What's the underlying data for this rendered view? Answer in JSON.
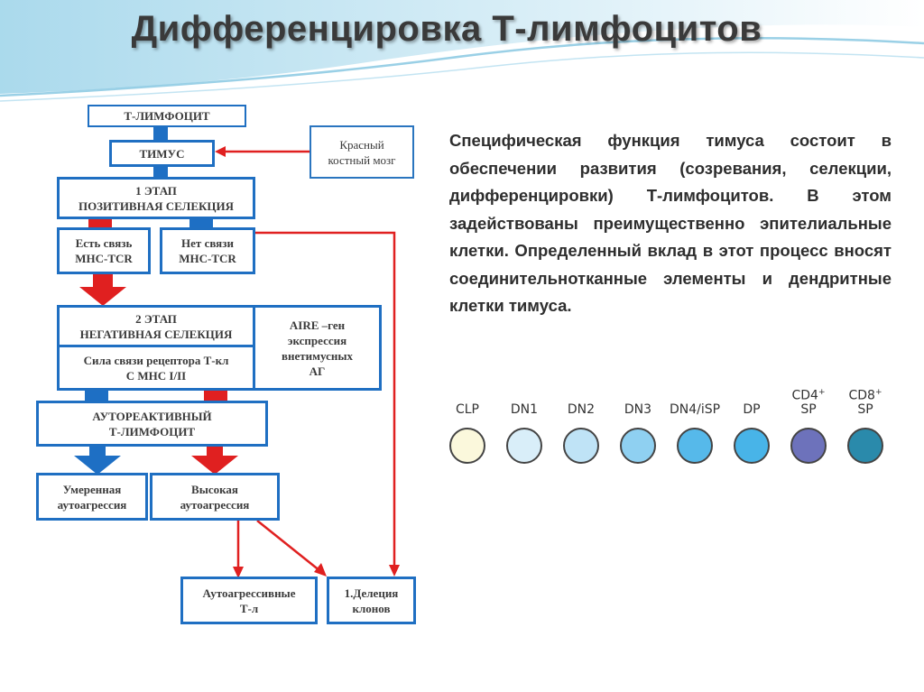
{
  "title": "Дифференцировка Т-лимфоцитов",
  "flow": {
    "t_lymphocyte": "Т-ЛИМФОЦИТ",
    "thymus": "ТИМУС",
    "red_marrow": [
      "Красный",
      "костный мозг"
    ],
    "stage1": [
      "1 ЭТАП",
      "ПОЗИТИВНАЯ СЕЛЕКЦИЯ"
    ],
    "has_link": [
      "Есть связь",
      "МНС-TCR"
    ],
    "no_link": [
      "Нет связи",
      "МНС-TCR"
    ],
    "stage2": [
      "2 ЭТАП",
      "НЕГАТИВНАЯ СЕЛЕКЦИЯ"
    ],
    "bond_strength": [
      "Сила связи рецептора Т-кл",
      "С МНС I/II"
    ],
    "aire": [
      "AIRE –ген",
      "экспрессия",
      "внетимусных",
      "АГ"
    ],
    "autoreactive": [
      "АУТОРЕАКТИВНЫЙ",
      "Т-ЛИМФОЦИТ"
    ],
    "moderate": [
      "Умеренная",
      "аутоагрессия"
    ],
    "high": [
      "Высокая",
      "аутоагрессия"
    ],
    "autoaggressive": [
      "Аутоагрессивные",
      "Т-л"
    ],
    "deletion": [
      "1.Делеция",
      "клонов"
    ]
  },
  "description": "Специфическая функция тимуса состоит в обеспечении развития (созревания, селекции, дифференцировки) Т-лимфоцитов. В этом задействованы преимущественно эпителиальные клетки. Определенный вклад в этот процесс вносят соединительнотканные элементы и дендритные клетки тимуса.",
  "cells": [
    {
      "label": "CLP",
      "sup": "",
      "label2": "",
      "color": "#fbf8dc"
    },
    {
      "label": "DN1",
      "sup": "",
      "label2": "",
      "color": "#d9eef9"
    },
    {
      "label": "DN2",
      "sup": "",
      "label2": "",
      "color": "#bfe3f6"
    },
    {
      "label": "DN3",
      "sup": "",
      "label2": "",
      "color": "#8fd0f1"
    },
    {
      "label": "DN4/iSP",
      "sup": "",
      "label2": "",
      "color": "#56b9ea"
    },
    {
      "label": "DP",
      "sup": "",
      "label2": "",
      "color": "#48b4e8"
    },
    {
      "label": "CD4",
      "sup": "+",
      "label2": "SP",
      "color": "#6d72bb"
    },
    {
      "label": "CD8",
      "sup": "+",
      "label2": "SP",
      "color": "#2a8aab"
    }
  ],
  "colors": {
    "box_border": "#1f6fc2",
    "blue_arrow": "#1e6fc4",
    "red_arrow": "#e02020",
    "wave": "#9fd4ea"
  }
}
